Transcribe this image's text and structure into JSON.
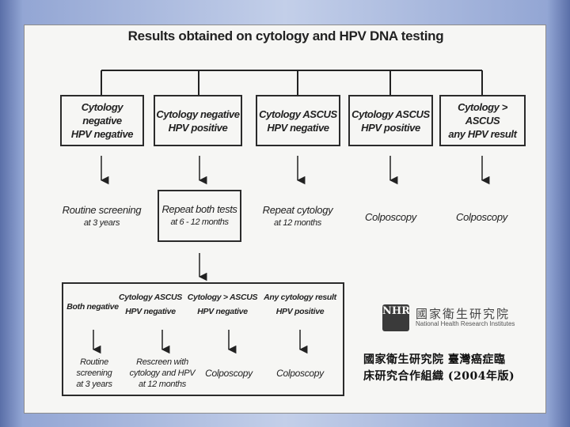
{
  "title": "Results obtained on cytology and HPV DNA testing",
  "top_boxes": [
    {
      "line1": "Cytology negative",
      "line2": "HPV negative"
    },
    {
      "line1": "Cytology negative",
      "line2": "HPV positive"
    },
    {
      "line1": "Cytology ASCUS",
      "line2": "HPV negative"
    },
    {
      "line1": "Cytology  ASCUS",
      "line2": "HPV positive"
    },
    {
      "line1": "Cytology > ASCUS",
      "line2": "any HPV result"
    }
  ],
  "actions": [
    {
      "line1": "Routine screening",
      "line2": "at 3 years"
    },
    {
      "line1": "Repeat both tests",
      "line2": "at 6 - 12 months"
    },
    {
      "line1": "Repeat cytology",
      "line2": "at 12 months"
    },
    {
      "line1": "Colposcopy",
      "line2": ""
    },
    {
      "line1": "Colposcopy",
      "line2": ""
    }
  ],
  "sub_results": [
    {
      "line1": "Both negative",
      "line2": ""
    },
    {
      "line1": "Cytology ASCUS",
      "line2": "HPV negative"
    },
    {
      "line1": "Cytology > ASCUS",
      "line2": "HPV negative"
    },
    {
      "line1": "Any cytology result",
      "line2": "HPV positive"
    }
  ],
  "sub_actions": [
    {
      "lines": [
        "Routine",
        "screening",
        "at 3 years"
      ]
    },
    {
      "lines": [
        "Rescreen with",
        "cytology and HPV",
        "at 12 months"
      ]
    },
    {
      "lines": [
        "Colposcopy"
      ]
    },
    {
      "lines": [
        "Colposcopy"
      ]
    }
  ],
  "logo": {
    "mark": "NHRI",
    "name_cn": "國家衛生研究院",
    "name_en": "National Health Research Institutes"
  },
  "footer": {
    "line1": "國家衛生研究院 臺灣癌症臨",
    "line2": "床研究合作組織 (2004年版)"
  }
}
